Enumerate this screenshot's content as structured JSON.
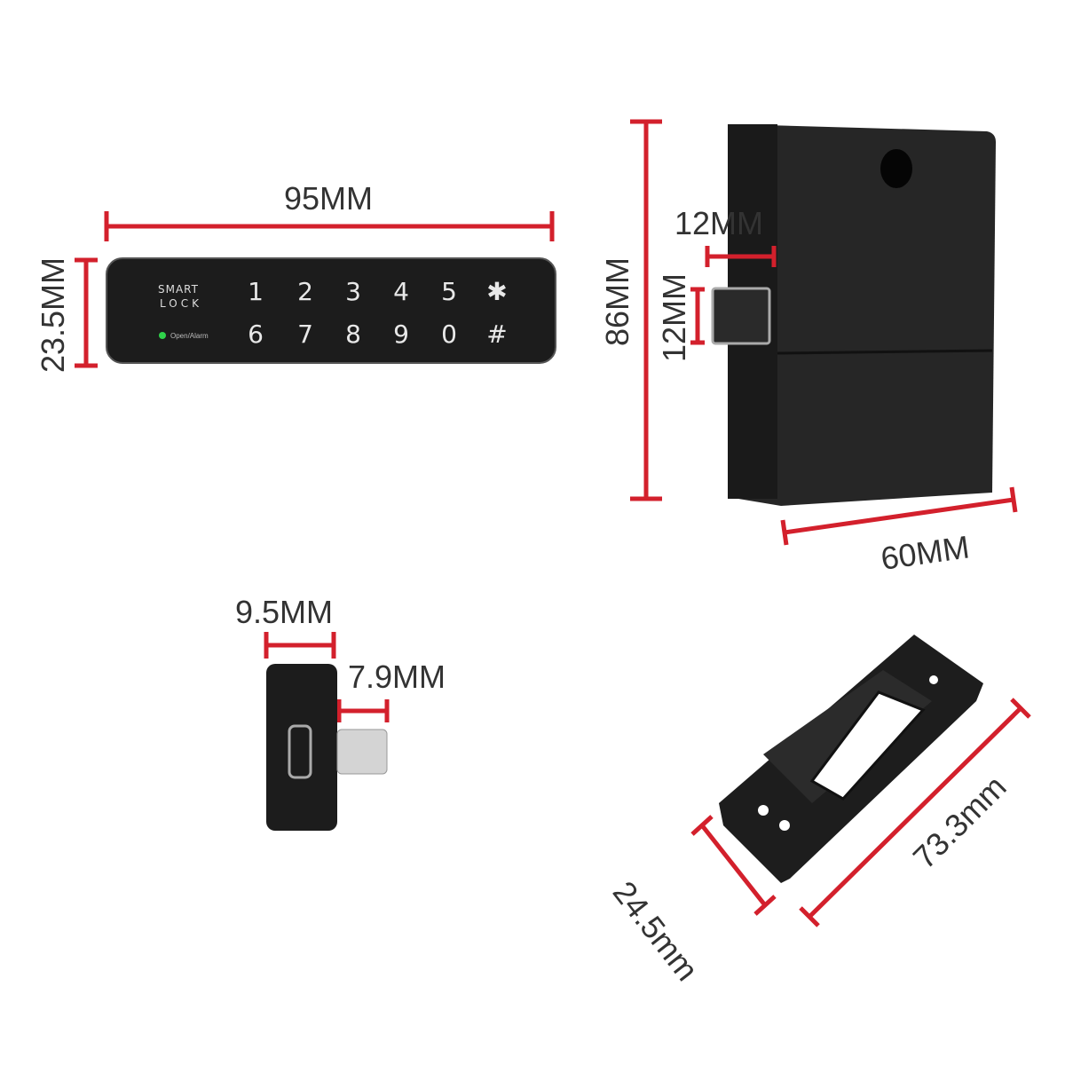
{
  "keypad": {
    "brand_line1": "SMART",
    "brand_line2": "LOCK",
    "status_label": "Open/Alarm",
    "status_color": "#2fd24a",
    "keys_row1": [
      "1",
      "2",
      "3",
      "4",
      "5",
      "✱"
    ],
    "keys_row2": [
      "6",
      "7",
      "8",
      "9",
      "0",
      "#"
    ],
    "width_label": "95MM",
    "height_label": "23.5MM"
  },
  "lock_body": {
    "height_label": "86MM",
    "bolt_depth_label": "12MM",
    "bolt_height_label": "12MM",
    "width_label": "60MM"
  },
  "side_view": {
    "depth_label": "9.5MM",
    "bolt_label": "7.9MM"
  },
  "strike_plate": {
    "length_label": "73.3mm",
    "width_label": "24.5mm"
  },
  "colors": {
    "dimension_line": "#d3202c",
    "product": "#1e1e1e"
  }
}
